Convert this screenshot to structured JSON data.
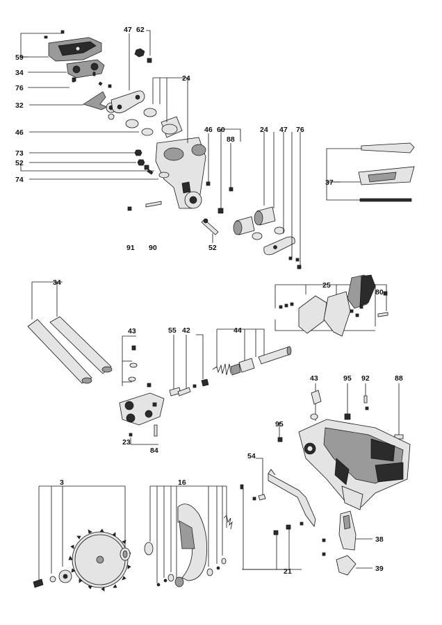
{
  "callouts": {
    "c59": "59",
    "c34a": "34",
    "c76a": "76",
    "c32": "32",
    "c46a": "46",
    "c73": "73",
    "c52a": "52",
    "c74": "74",
    "c47a": "47",
    "c62": "62",
    "c24a": "24",
    "c46b": "46",
    "c60": "60",
    "c88a": "88",
    "c24b": "24",
    "c47b": "47",
    "c76b": "76",
    "c91": "91",
    "c90": "90",
    "c52b": "52",
    "c37": "37",
    "c34b": "34",
    "c43a": "43",
    "c23": "23",
    "c84": "84",
    "c55": "55",
    "c42": "42",
    "c44": "44",
    "c25": "25",
    "c80": "80",
    "c43b": "43",
    "c95a": "95",
    "c92": "92",
    "c88b": "88",
    "c95b": "95",
    "c54": "54",
    "c3": "3",
    "c16": "16",
    "c21": "21",
    "c38": "38",
    "c39": "39"
  }
}
